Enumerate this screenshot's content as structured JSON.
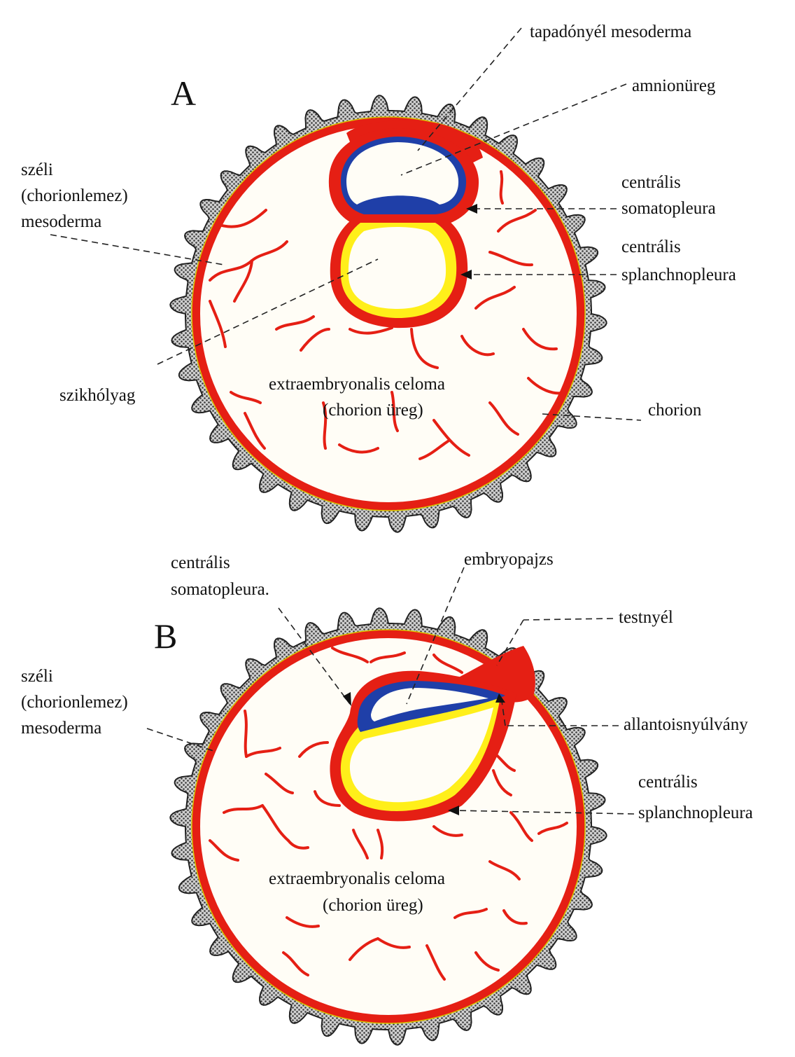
{
  "colors": {
    "mesoderm": "#e51f14",
    "ectoderm": "#1f3fa8",
    "endoderm": "#ffef1a",
    "cavity": "#fffdf6",
    "trophoblast": "#8f8f8f"
  },
  "panel_a": {
    "letter": "A",
    "labels": {
      "tapadonyel": "tapadónyél mesoderma",
      "amnion": "amnionüreg",
      "szeli_1": "széli",
      "szeli_2": "(chorionlemez)",
      "szeli_3": "mesoderma",
      "somato_1": "centrális",
      "somato_2": "somatopleura",
      "splanch_1": "centrális",
      "splanch_2": "splanchnopleura",
      "szikholyag": "szikhólyag",
      "celoma_1": "extraembryonalis celoma",
      "celoma_2": "(chorion üreg)",
      "chorion": "chorion"
    }
  },
  "panel_b": {
    "letter": "B",
    "labels": {
      "somato_1": "centrális",
      "somato_2": "somatopleura.",
      "embryopajzs": "embryopajzs",
      "testnyel": "testnyél",
      "szeli_1": "széli",
      "szeli_2": "(chorionlemez)",
      "szeli_3": "mesoderma",
      "allantois": "allantoisnyúlvány",
      "splanch_1": "centrális",
      "splanch_2": "splanchnopleura",
      "celoma_1": "extraembryonalis celoma",
      "celoma_2": "(chorion üreg)"
    }
  }
}
